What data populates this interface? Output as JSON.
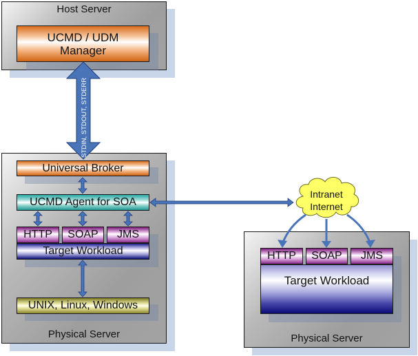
{
  "host_server": {
    "label": "Host Server",
    "manager_line1": "UCMD / UDM",
    "manager_line2": "Manager"
  },
  "stream_arrow_label": "STDIN, STDOUT, STDERR",
  "left_physical_server": {
    "label": "Physical Server",
    "universal_broker": "Universal Broker",
    "agent": "UCMD Agent for SOA",
    "protocols": [
      "HTTP",
      "SOAP",
      "JMS"
    ],
    "target_workload": "Target Workload",
    "os": "UNIX, Linux, Windows"
  },
  "network_cloud": {
    "line1": "Intranet",
    "line2": "Internet"
  },
  "right_physical_server": {
    "label": "Physical Server",
    "protocols": [
      "HTTP",
      "SOAP",
      "JMS"
    ],
    "target_workload": "Target Workload"
  },
  "colors": {
    "arrow_fill": "#4a74b8",
    "arrow_stroke": "#1f3f80",
    "cloud_fill": "#ffff66",
    "shadow": "#c9d6ea"
  }
}
